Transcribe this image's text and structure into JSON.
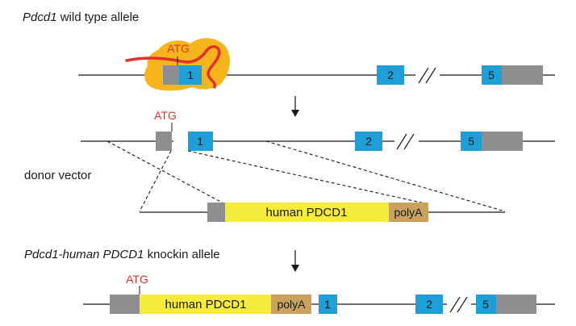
{
  "titles": {
    "wild_type_italic": "Pdcd1",
    "wild_type_rest": " wild type allele",
    "donor": "donor vector",
    "knockin_italic": "Pdcd1-human PDCD1",
    "knockin_rest": " knockin allele"
  },
  "codon": "ATG",
  "exons": {
    "e1": "1",
    "e2": "2",
    "e5": "5"
  },
  "cassette": {
    "human": "human PDCD1",
    "polya": "polyA"
  },
  "colors": {
    "exon_blue": "#1e9fd8",
    "utr_gray": "#8c8e90",
    "human_yellow": "#f5ec3c",
    "polya_tan": "#c8a25e",
    "cas9_orange": "#f7b51c",
    "guide_red": "#e0302f"
  }
}
